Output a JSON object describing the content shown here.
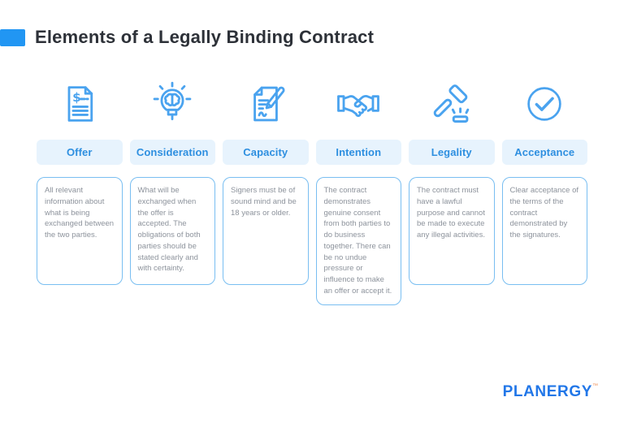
{
  "header": {
    "title": "Elements of a Legally Binding Contract"
  },
  "columns": [
    {
      "label": "Offer",
      "icon": "dollar-document-icon",
      "description": "All relevant information about what is being exchanged between the two parties."
    },
    {
      "label": "Consideration",
      "icon": "lightbulb-brain-icon",
      "description": "What will be exchanged when the offer is accepted. The obligations of both parties should be stated clearly and with certainty."
    },
    {
      "label": "Capacity",
      "icon": "signing-document-icon",
      "description": "Signers must be of sound mind and be 18 years or older."
    },
    {
      "label": "Intention",
      "icon": "handshake-icon",
      "description": "The contract demonstrates genuine consent from both parties to do business together. There can be no undue pressure or influence to make an offer or accept it."
    },
    {
      "label": "Legality",
      "icon": "gavel-icon",
      "description": "The contract must have a lawful purpose and cannot be made to execute any illegal activities."
    },
    {
      "label": "Acceptance",
      "icon": "check-circle-icon",
      "description": "Clear acceptance of the terms of the contract demonstrated by the signatures."
    }
  ],
  "footer": {
    "brand": "PLANERGY",
    "trademark": "™"
  },
  "colors": {
    "accent_blue": "#2196f3",
    "icon_blue": "#4aa3ef",
    "pill_bg": "#e7f3fd",
    "pill_text": "#2e8fe0",
    "box_border": "#79bef1",
    "body_text": "#8d939c",
    "title_text": "#2d3138",
    "logo_blue": "#2277e8",
    "logo_orange": "#f0955e"
  }
}
